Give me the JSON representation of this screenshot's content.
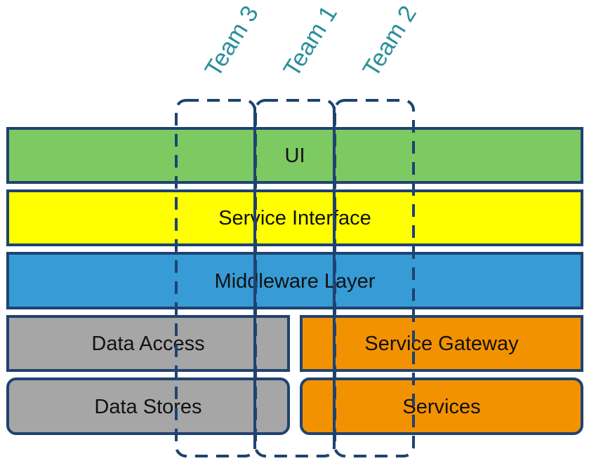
{
  "layers": {
    "ui": {
      "label": "UI",
      "color": "#7dc962"
    },
    "service_interface": {
      "label": "Service Interface",
      "color": "#ffff00"
    },
    "middleware": {
      "label": "Middleware Layer",
      "color": "#379bd6"
    },
    "data_access": {
      "label": "Data Access",
      "color": "#a6a6a6"
    },
    "data_stores": {
      "label": "Data Stores",
      "color": "#a6a6a6"
    },
    "service_gateway": {
      "label": "Service Gateway",
      "color": "#f39200"
    },
    "services": {
      "label": "Services",
      "color": "#f39200"
    }
  },
  "teams": [
    {
      "label": "Team 3"
    },
    {
      "label": "Team 1"
    },
    {
      "label": "Team 2"
    }
  ],
  "colors": {
    "border": "#1f4370",
    "team_text": "#2a8e9b"
  }
}
